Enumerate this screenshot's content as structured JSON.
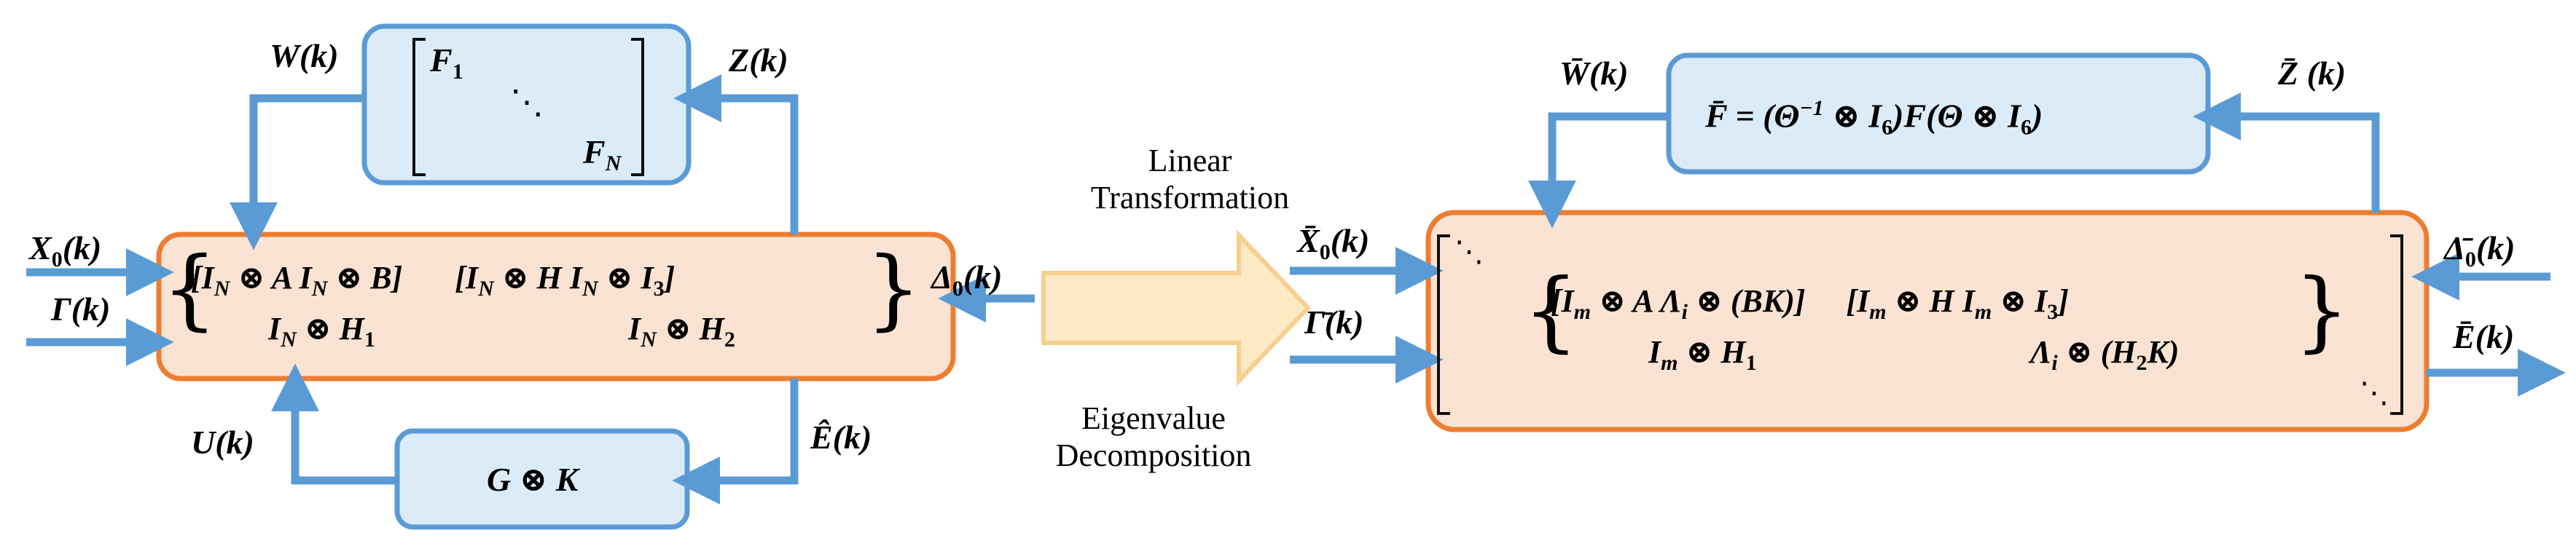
{
  "colors": {
    "arrow": "#5b9bd5",
    "box_blue_fill": "#dcebf8",
    "box_blue_stroke": "#5b9bd5",
    "box_orange_fill": "#fbe3d4",
    "box_orange_stroke": "#ed7d31",
    "big_arrow_fill": "#fde9c4",
    "big_arrow_stroke": "#f6cf8f"
  },
  "left": {
    "feedback_block": {
      "f1": "F",
      "f1_sub": "1",
      "dots": "⋱",
      "fn": "F",
      "fn_sub": "N"
    },
    "signals": {
      "w": "W(k)",
      "z": "Z(k)",
      "x0": "X",
      "x0_sub": "0",
      "x0_arg": "(k)",
      "gamma": "Γ(k)",
      "delta0": "Δ",
      "delta0_sub": "0",
      "delta0_arg": "(k)",
      "u": "U(k)",
      "ehat": "Ê(k)"
    },
    "main_block": {
      "row1_a": "[I",
      "row1_a_sub": "N",
      "row1_b": " ⊗ A   I",
      "row1_b_sub": "N",
      "row1_c": " ⊗ B]",
      "row1_d": "[I",
      "row1_d_sub": "N",
      "row1_e": " ⊗ H   I",
      "row1_e_sub": "N",
      "row1_f": " ⊗ I",
      "row1_f_sub": "3",
      "row1_g": "]",
      "row2_a": "I",
      "row2_a_sub": "N",
      "row2_b": " ⊗ H",
      "row2_b_sub": "1",
      "row2_c": "I",
      "row2_c_sub": "N",
      "row2_d": " ⊗ H",
      "row2_d_sub": "2"
    },
    "gain_block": "G ⊗ K"
  },
  "middle": {
    "top_label": "Linear\nTransformation",
    "bottom_label": "Eigenvalue\nDecomposition"
  },
  "right": {
    "feedback_block": {
      "lhs": "F̄ = (Θ",
      "exp": "−1",
      "mid": " ⊗ I",
      "sub1": "6",
      "rest": ")F(Θ ⊗ I",
      "sub2": "6",
      "end": ")"
    },
    "signals": {
      "w": "W̄(k)",
      "z": "Z̄ (k)",
      "x0": "X̄",
      "x0_sub": "0",
      "x0_arg": "(k)",
      "gamma": "Γ̄(k)",
      "delta0": "Δ̄",
      "delta0_sub": "0",
      "delta0_arg": "(k)",
      "e": "Ē(k)"
    },
    "main_block": {
      "dots_top": "⋱",
      "dots_bottom": "⋱",
      "row1_a": "[I",
      "row1_a_sub": "m",
      "row1_b": " ⊗ A   Λ",
      "row1_b_sub": "i",
      "row1_c": " ⊗ (BK)]",
      "row1_d": "[I",
      "row1_d_sub": "m",
      "row1_e": " ⊗ H   I",
      "row1_e_sub": "m",
      "row1_f": " ⊗ I",
      "row1_f_sub": "3",
      "row1_g": "]",
      "row2_a": "I",
      "row2_a_sub": "m",
      "row2_b": " ⊗ H",
      "row2_b_sub": "1",
      "row2_c": "Λ",
      "row2_c_sub": "i",
      "row2_d": " ⊗ (H",
      "row2_d_sub": "2",
      "row2_e": "K)"
    }
  }
}
